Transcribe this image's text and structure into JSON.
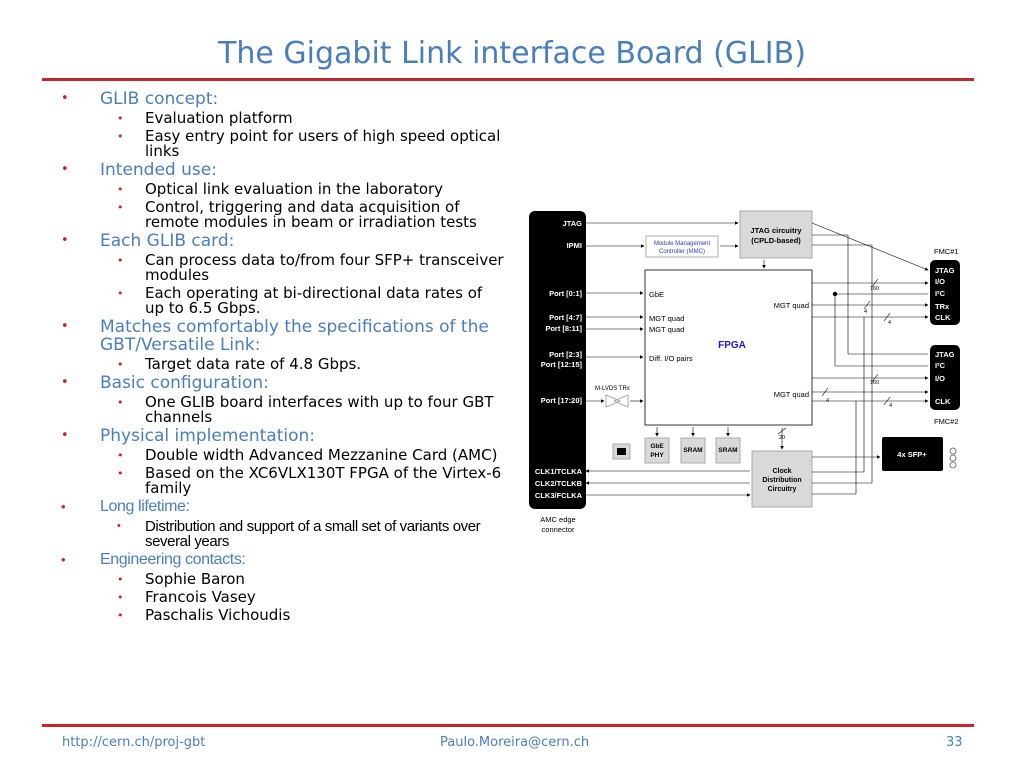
{
  "slide": {
    "title": "The Gigabit Link interface Board (GLIB)"
  },
  "bullets": [
    {
      "text": "GLIB concept:",
      "sub": [
        "Evaluation platform",
        "Easy entry point for users of high speed optical links"
      ]
    },
    {
      "text": "Intended use:",
      "sub": [
        "Optical link evaluation in the laboratory",
        "Control, triggering and data acquisition of remote modules in beam or irradiation tests"
      ]
    },
    {
      "text": "Each GLIB card:",
      "sub": [
        "Can process data to/from four SFP+ transceiver modules",
        "Each operating at bi-directional data rates of up to 6.5 Gbps."
      ]
    },
    {
      "text": "Matches comfortably the specifications of the GBT/Versatile Link:",
      "sub": [
        "Target data rate of 4.8 Gbps."
      ]
    },
    {
      "text": "Basic configuration:",
      "sub": [
        "One GLIB board interfaces with up to four GBT channels"
      ]
    },
    {
      "text": "Physical implementation:",
      "sub": [
        "Double width Advanced Mezzanine Card (AMC)",
        "Based on the XC6VLX130T FPGA of the Virtex-6 family"
      ]
    },
    {
      "text": "Long lifetime:",
      "sub": [
        "Distribution and support of a small set of variants over several years"
      ]
    },
    {
      "text": "Engineering contacts:",
      "sub": [
        "Sophie Baron",
        "Francois Vasey",
        "Paschalis Vichoudis"
      ]
    }
  ],
  "diagram": {
    "amc_labels": {
      "jtag": "JTAG",
      "ipmi": "IPMI",
      "port_0_1": "Port [0:1]",
      "port_4_7": "Port [4:7]",
      "port_8_11": "Port [8:11]",
      "port_2_3": "Port [2:3]",
      "port_12_15": "Port [12:15]",
      "port_17_20": "Port [17:20]",
      "clk1": "CLK1/TCLKA",
      "clk2": "CLK2/TCLKB",
      "clk3": "CLK3/FCLKA"
    },
    "amc_caption_1": "AMC edge",
    "amc_caption_2": "connector",
    "jtag_box_1": "JTAG circuitry",
    "jtag_box_2": "(CPLD-based)",
    "mmc_1": "Module Management",
    "mmc_2": "Controller (MMC)",
    "fpga": {
      "title": "FPGA",
      "gbe": "GbE",
      "mgt_quad": "MGT quad",
      "diff_io": "Diff. I/O pairs"
    },
    "mlvds": "M-LVDS TRx",
    "gbe_phy_1": "GbE",
    "gbe_phy_2": "PHY",
    "sram": "SRAM",
    "clock_box": [
      "Clock",
      "Distribution",
      "Circuitry"
    ],
    "fmc1": {
      "name": "FMC#1",
      "labels": [
        "JTAG",
        "I/O",
        "I²C",
        "TRx",
        "CLK"
      ]
    },
    "fmc2": {
      "name": "FMC#2",
      "labels": [
        "JTAG",
        "I²C",
        "I/O",
        "CLK"
      ]
    },
    "sfp": "4x SFP+",
    "bus_widths": {
      "w160": "160",
      "w4": "4",
      "w20": "20"
    }
  },
  "footer": {
    "url": "http://cern.ch/proj-gbt",
    "email": "Paulo.Moreira@cern.ch",
    "page": "33"
  },
  "colors": {
    "title": "#4a7ebb",
    "rule": "#c0272d",
    "bullet": "#c0272d",
    "mmc_text": "#2b3fb5",
    "fpga_title": "#1a1acc"
  }
}
